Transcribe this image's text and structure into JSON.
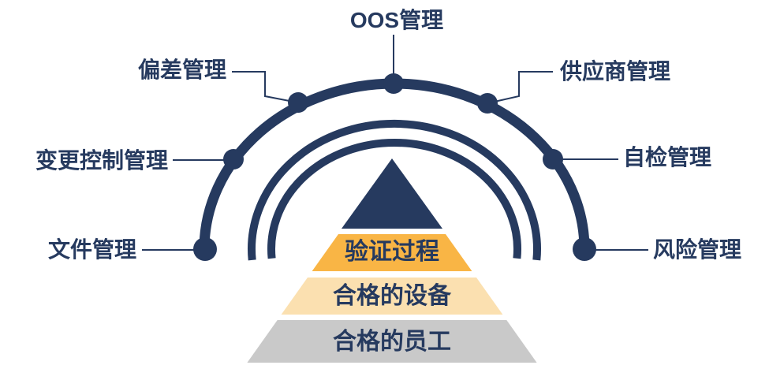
{
  "diagram": {
    "type": "semicircular-node-arc-with-segmented-pyramid",
    "colors": {
      "navy": "#263A5F",
      "orange": "#F9B545",
      "cream": "#FBE0B0",
      "gray": "#C9C9C9",
      "background": "#FFFFFF"
    },
    "arc_items": [
      {
        "id": "document",
        "label": "文件管理"
      },
      {
        "id": "change-control",
        "label": "变更控制管理"
      },
      {
        "id": "deviation",
        "label": "偏差管理"
      },
      {
        "id": "oos",
        "label": "OOS管理"
      },
      {
        "id": "supplier",
        "label": "供应商管理"
      },
      {
        "id": "self-inspection",
        "label": "自检管理"
      },
      {
        "id": "risk",
        "label": "风险管理"
      }
    ],
    "pyramid": {
      "layers": [
        {
          "label": "",
          "color": "#263A5F"
        },
        {
          "label": "验证过程",
          "color": "#F9B545"
        },
        {
          "label": "合格的设备",
          "color": "#FBE0B0"
        },
        {
          "label": "合格的员工",
          "color": "#C9C9C9"
        }
      ]
    }
  }
}
